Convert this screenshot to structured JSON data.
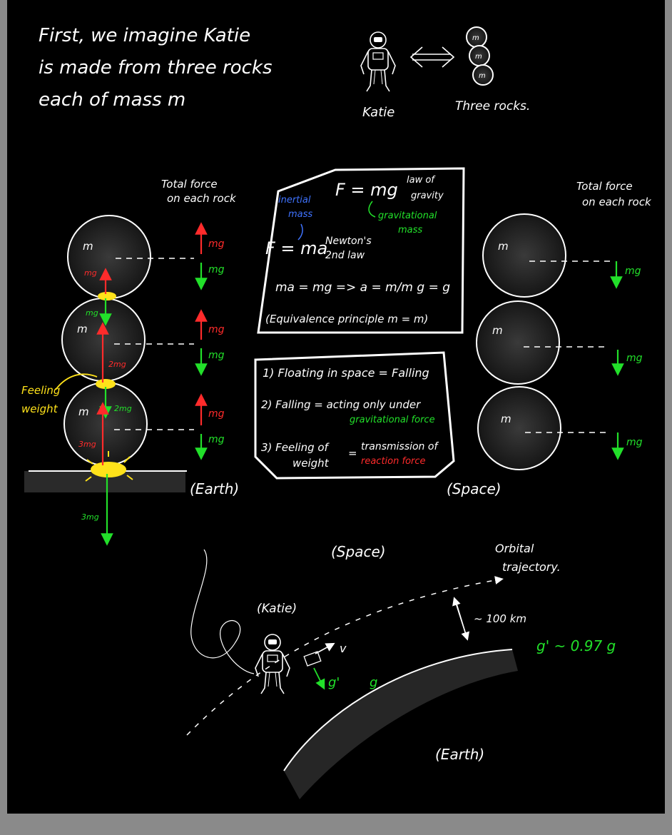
{
  "colors": {
    "background": "#000000",
    "frame": "#8a8a8a",
    "chalk": "#ffffff",
    "green": "#22e02a",
    "red": "#ff2b2b",
    "blue": "#3f73ff",
    "yellow": "#ffe21a"
  },
  "intro": {
    "line1": "First, we imagine Katie",
    "line2": "is made from three rocks",
    "line3": "each of mass m",
    "katie_label": "Katie",
    "rocks_label": "Three rocks."
  },
  "rock_label": "m",
  "earth_panel": {
    "title_1": "Total force",
    "title_2": "on each rock",
    "caption": "(Earth)",
    "feeling_1": "Feeling",
    "feeling_2": "weight",
    "forces": {
      "up": "mg",
      "down": "mg",
      "r1_up": "mg",
      "r2_down": "mg",
      "r2_up": "2mg",
      "r3_down": "2mg",
      "r3_up": "3mg",
      "ground": "3mg"
    }
  },
  "space_panel": {
    "title_1": "Total force",
    "title_2": "on each rock",
    "caption": "(Space)",
    "force": "mg"
  },
  "box1": {
    "eq_gravity": "F = mg",
    "gravity_law_1": "law of",
    "gravity_law_2": "gravity",
    "grav_mass_1": "gravitational",
    "grav_mass_2": "mass",
    "inertial_1": "inertial",
    "inertial_2": "mass",
    "eq_newton": "F = ma",
    "newton_1": "Newton's",
    "newton_2": "2nd law",
    "derivation": "ma = mg => a = m/m g = g",
    "principle": "(Equivalence principle m = m)"
  },
  "box2": {
    "s1": "1) Floating in space = Falling",
    "s2a": "2) Falling = acting only under",
    "s2b": "gravitational force",
    "s3a": "3) Feeling of",
    "s3b": "weight",
    "s3eq": "=",
    "s3c": "transmission of",
    "s3d": "reaction force"
  },
  "orbit": {
    "space": "(Space)",
    "orbital_1": "Orbital",
    "orbital_2": "trajectory.",
    "katie": "(Katie)",
    "altitude": "~ 100 km",
    "gprime_eq": "g' ~ 0.97 g",
    "v": "v",
    "gprime": "g'",
    "g": "g",
    "earth": "(Earth)"
  }
}
